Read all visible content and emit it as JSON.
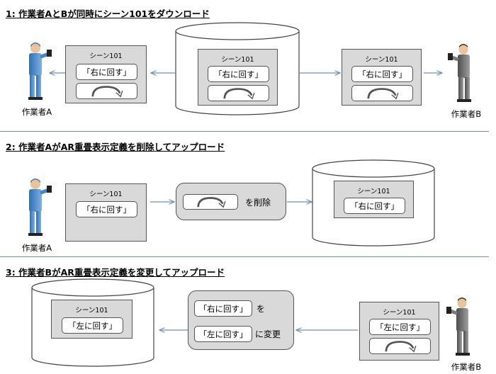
{
  "sections": {
    "s1": {
      "title": "1: 作業者AとBが同時にシーン101をダウンロード",
      "card_left": {
        "scene": "シーン101",
        "text": "「右に回す」"
      },
      "card_center": {
        "scene": "シーン101",
        "text": "「右に回す」"
      },
      "card_right": {
        "scene": "シーン101",
        "text": "「右に回す」"
      },
      "worker_a": "作業者A",
      "worker_b": "作業者B"
    },
    "s2": {
      "title": "2: 作業者AがAR重畳表示定義を削除してアップロード",
      "card_left": {
        "scene": "シーン101",
        "text": "「右に回す」"
      },
      "delete_label": "を削除",
      "card_db": {
        "scene": "シーン101",
        "text": "「右に回す」"
      },
      "worker_a": "作業者A"
    },
    "s3": {
      "title": "3: 作業者BがAR重畳表示定義を変更してアップロード",
      "card_db": {
        "scene": "シーン101",
        "text": "「左に回す」"
      },
      "change_from": "「右に回す」",
      "change_from_suffix": "を",
      "change_to": "「左に回す」",
      "change_to_suffix": "に変更",
      "card_right": {
        "scene": "シーン101",
        "text": "「左に回す」"
      },
      "worker_b": "作業者B"
    }
  },
  "colors": {
    "line": "#6d8fb8",
    "card": "#d9d9d9",
    "worker_a_suit": "#4a82c4",
    "worker_b_suit": "#7a7a7a"
  },
  "icons": [
    "rotate-arrow-icon",
    "database-cylinder-icon",
    "worker-figure-icon"
  ]
}
